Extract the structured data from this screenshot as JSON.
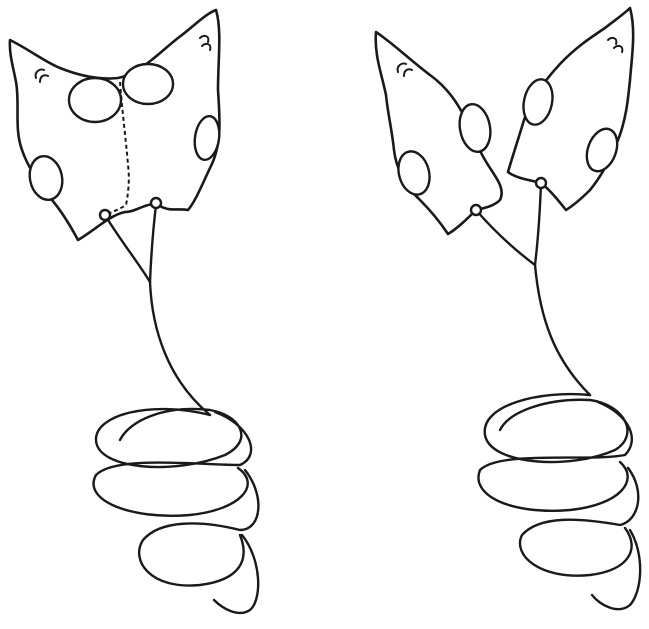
{
  "figure": {
    "panels": [
      {
        "id": "left",
        "shape": "joined-plates",
        "dashed_seam": true
      },
      {
        "id": "right",
        "shape": "separated-plates",
        "dashed_seam": false
      }
    ],
    "colors": {
      "line": "#1a1a1a",
      "background": "#ffffff"
    }
  }
}
